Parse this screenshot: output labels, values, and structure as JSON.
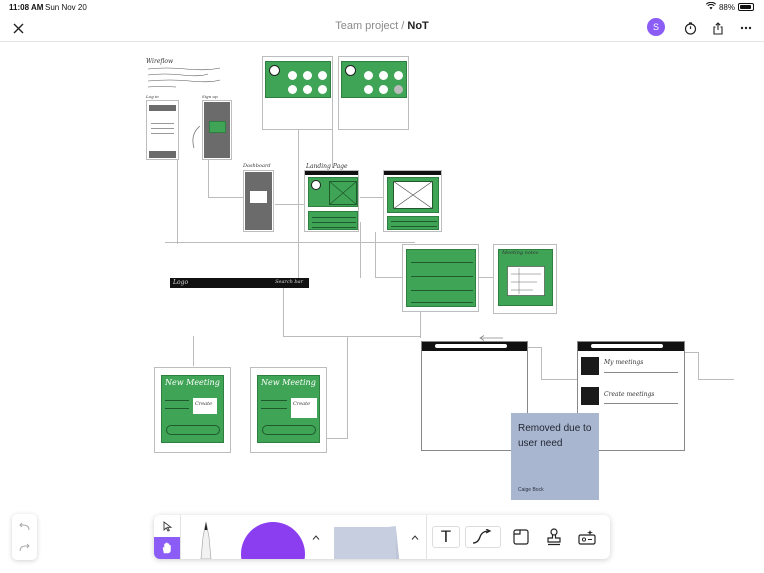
{
  "status_bar": {
    "time": "11:08 AM",
    "date": "Sun Nov 20",
    "battery": "88%",
    "battery_level": 0.88
  },
  "header": {
    "project": "Team project",
    "separator": "/",
    "file_name": "NoT",
    "avatar_initial": "S",
    "icons": [
      "close-icon",
      "timer-icon",
      "share-icon",
      "more-icon"
    ]
  },
  "canvas": {
    "scribbles": {
      "wireflow": "Wireflow",
      "landing_page": "Landing Page",
      "login_caption": "Log in",
      "signup_caption": "Sign up",
      "dashboard_caption": "Dashboard",
      "logo": "Logo",
      "search_bar": "Search bar",
      "new_meeting_1": "New Meeting",
      "new_meeting_2": "New Meeting",
      "create_1": "Create",
      "create_2": "Create",
      "meeting_notes": "Meeting notes",
      "my_meetings": "My meetings",
      "create_meetings": "Create meetings"
    },
    "sticky_note": {
      "text": "Removed due to user need",
      "author": "Caige Bock",
      "color": "#a9b6cf"
    }
  },
  "toolbar": {
    "tools": [
      "move-tool",
      "hand-tool",
      "pen-tool",
      "shape-tool",
      "sticky-tool",
      "text-tool",
      "connector-tool",
      "section-tool",
      "stamp-tool",
      "widgets-tool"
    ],
    "text_tool_label": "T",
    "active_tool": "hand-tool",
    "pen_color": "#8b3df0",
    "accent_color": "#8b5cf6"
  },
  "colors": {
    "wireframe_green": "#3fa456",
    "wireframe_grey": "#6b6b6b",
    "accent": "#8b5cf6"
  }
}
